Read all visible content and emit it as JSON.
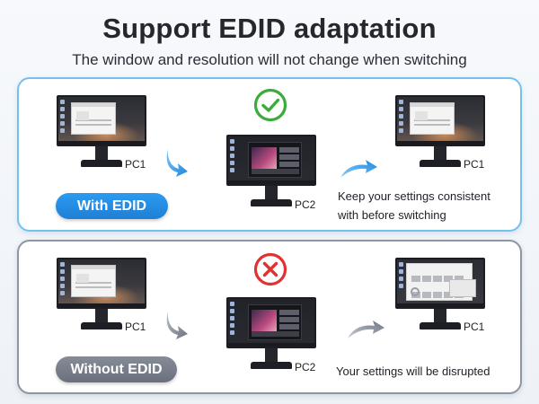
{
  "header": {
    "title": "Support EDID adaptation",
    "subtitle": "The window and resolution will not change when switching"
  },
  "with_edid": {
    "badge_label": "With EDID",
    "status_icon": "checkmark-circle-icon",
    "pc1_left_label": "PC1",
    "pc2_label": "PC2",
    "pc1_right_label": "PC1",
    "note_line1": "Keep your settings consistent",
    "note_line2": "with before switching",
    "accent_color": "#1f8ae4",
    "icon_color": "#3bab3a"
  },
  "without_edid": {
    "badge_label": "Without EDID",
    "status_icon": "cross-circle-icon",
    "pc1_left_label": "PC1",
    "pc2_label": "PC2",
    "pc1_right_label": "PC1",
    "note": "Your settings will be disrupted",
    "accent_color": "#737a85",
    "icon_color": "#e0322f"
  }
}
